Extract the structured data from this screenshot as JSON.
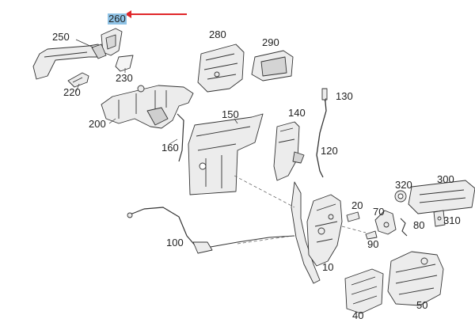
{
  "callout_labels": {
    "p260": "260",
    "p250": "250",
    "p230": "230",
    "p220": "220",
    "p280": "280",
    "p290": "290",
    "p200": "200",
    "p150": "150",
    "p140": "140",
    "p130": "130",
    "p160": "160",
    "p120": "120",
    "p20": "20",
    "p320": "320",
    "p300": "300",
    "p70": "70",
    "p310": "310",
    "p80": "80",
    "p90": "90",
    "p100": "100",
    "p10": "10",
    "p40": "40",
    "p50": "50"
  },
  "colors": {
    "highlight": "#8fc3e6",
    "arrow": "#e0262a",
    "line": "#333333",
    "part_fill": "#e9e9e9"
  },
  "icons": [
    "red-arrow-icon"
  ]
}
